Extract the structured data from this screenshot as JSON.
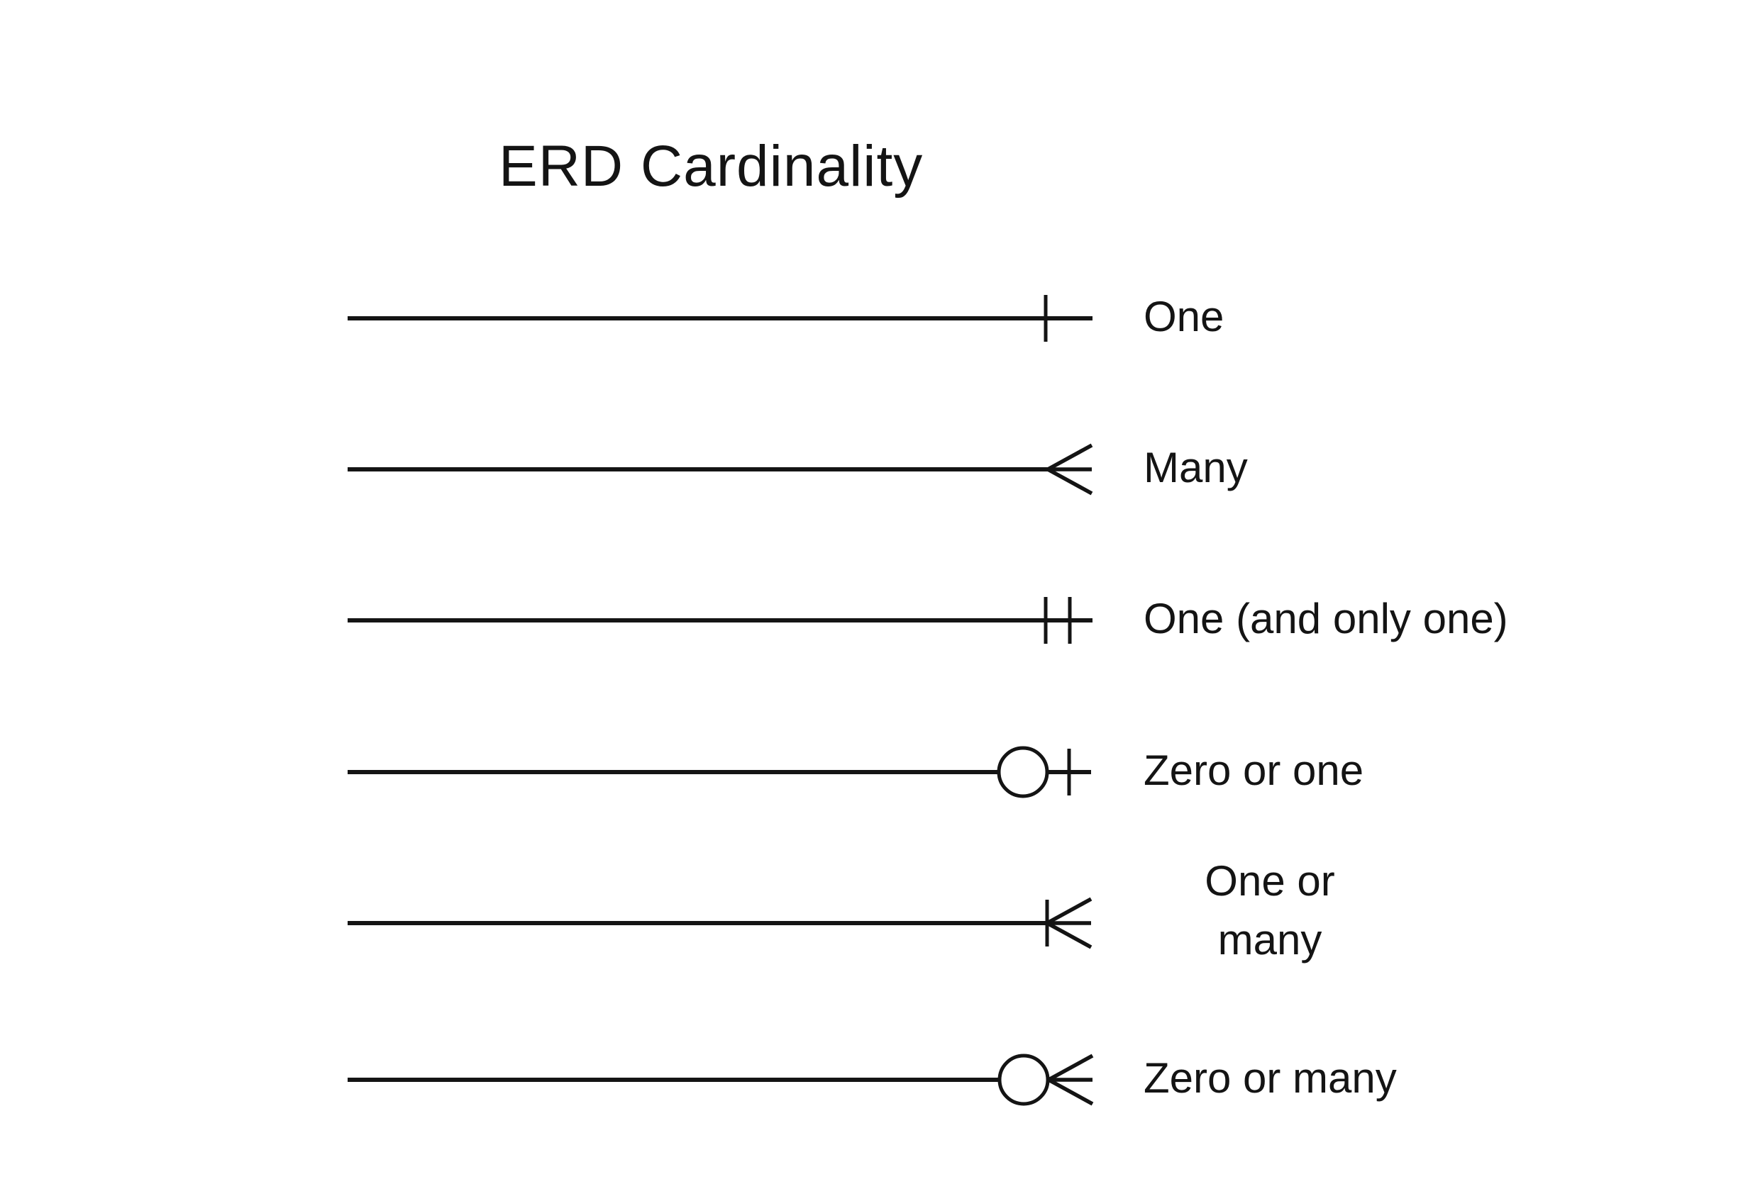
{
  "title": "ERD Cardinality",
  "colors": {
    "ink": "#141414",
    "background": "#ffffff"
  },
  "legend": {
    "rows": [
      {
        "symbol": "one",
        "label": "One"
      },
      {
        "symbol": "many",
        "label": "Many"
      },
      {
        "symbol": "one-and-only-one",
        "label": "One (and only one)"
      },
      {
        "symbol": "zero-or-one",
        "label": "Zero or one"
      },
      {
        "symbol": "one-or-many",
        "label_lines": [
          "One or",
          "many"
        ]
      },
      {
        "symbol": "zero-or-many",
        "label": "Zero or many"
      }
    ]
  }
}
